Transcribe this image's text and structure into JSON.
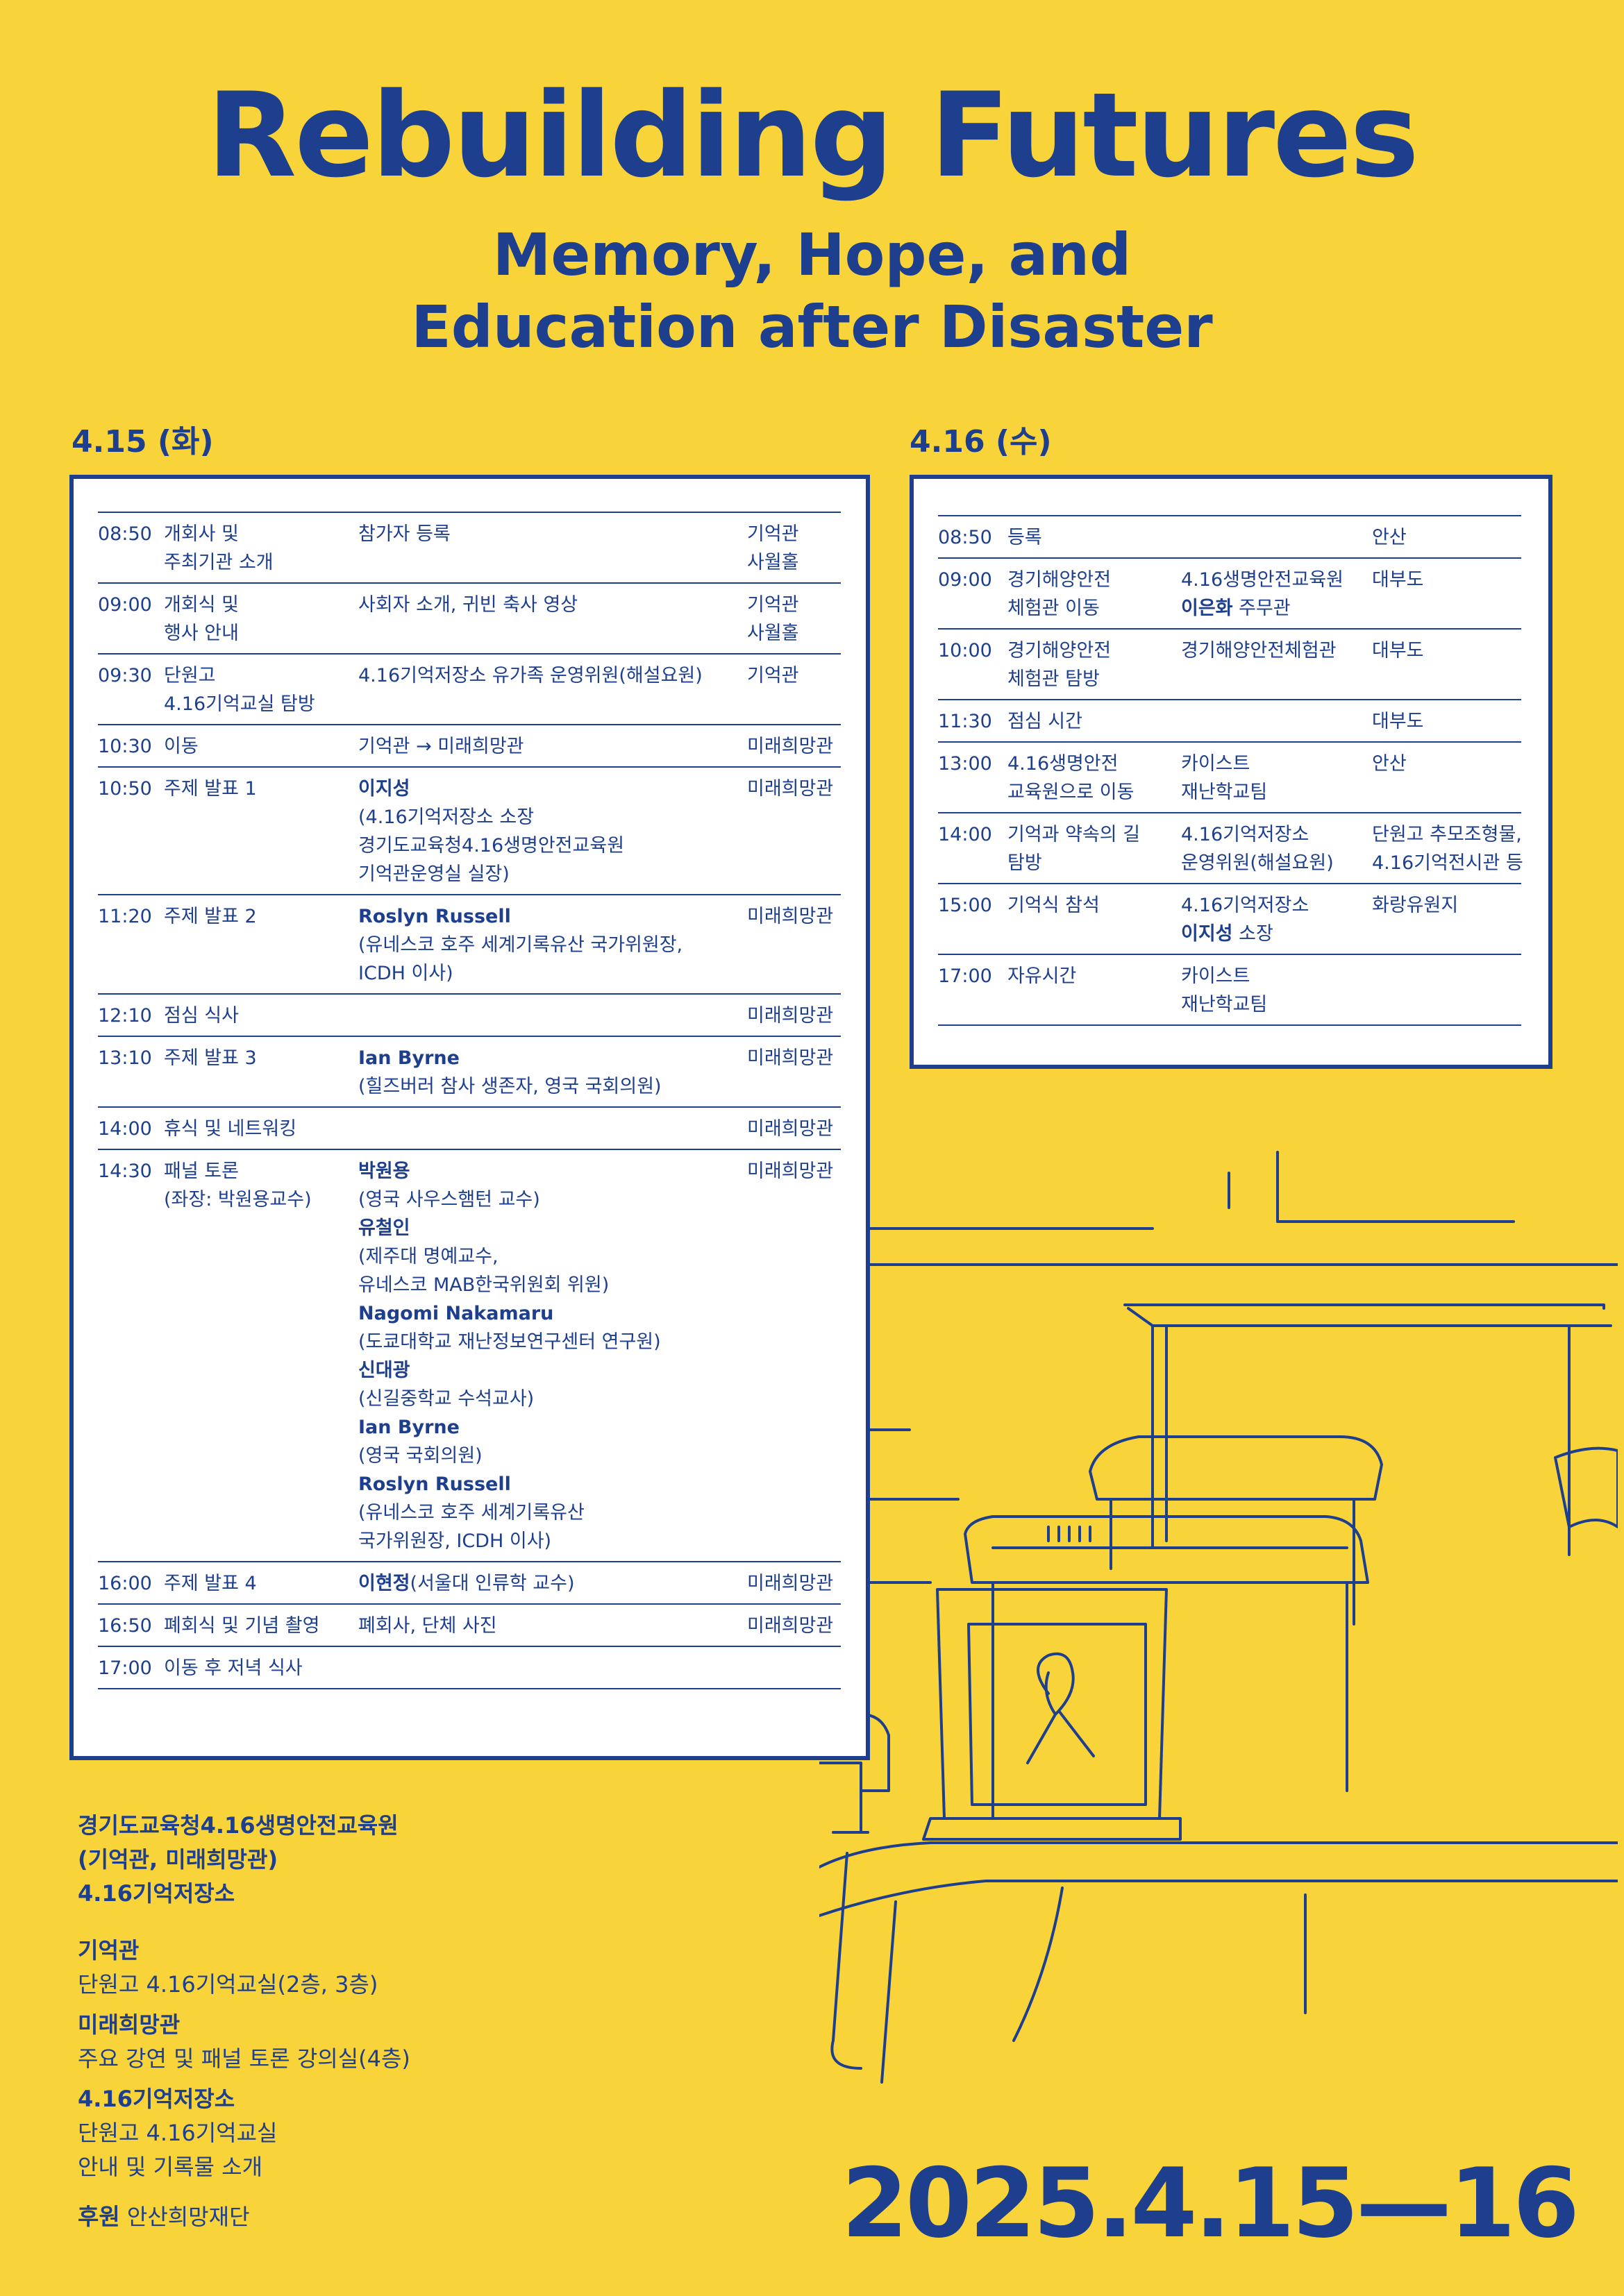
{
  "header": {
    "title": "Rebuilding Futures",
    "subtitle_line1": "Memory, Hope, and",
    "subtitle_line2": "Education after Disaster"
  },
  "day1": {
    "label": "4.15 (화)",
    "rows": [
      {
        "time": "08:50",
        "item": [
          "개회사 및",
          "주최기관 소개"
        ],
        "detail": [
          {
            "t": "참가자 등록"
          }
        ],
        "place": [
          "기억관",
          "사월홀"
        ]
      },
      {
        "time": "09:00",
        "item": [
          "개회식 및",
          "행사 안내"
        ],
        "detail": [
          {
            "t": "사회자 소개, 귀빈 축사 영상"
          }
        ],
        "place": [
          "기억관",
          "사월홀"
        ]
      },
      {
        "time": "09:30",
        "item": [
          "단원고",
          "4.16기억교실 탐방"
        ],
        "detail": [
          {
            "t": "4.16기억저장소 유가족 운영위원(해설요원)"
          }
        ],
        "place": [
          "기억관"
        ]
      },
      {
        "time": "10:30",
        "item": [
          "이동"
        ],
        "detail": [
          {
            "t": "기억관 → 미래희망관"
          }
        ],
        "place": [
          "미래희망관"
        ]
      },
      {
        "time": "10:50",
        "item": [
          "주제 발표 1"
        ],
        "detail": [
          {
            "t": "이지성",
            "b": true
          },
          {
            "t": "(4.16기억저장소 소장"
          },
          {
            "t": "경기도교육청4.16생명안전교육원"
          },
          {
            "t": "기억관운영실 실장)"
          }
        ],
        "place": [
          "미래희망관"
        ]
      },
      {
        "time": "11:20",
        "item": [
          "주제 발표 2"
        ],
        "detail": [
          {
            "t": "Roslyn Russell",
            "b": true
          },
          {
            "t": "(유네스코 호주 세계기록유산 국가위원장,"
          },
          {
            "t": "ICDH 이사)"
          }
        ],
        "place": [
          "미래희망관"
        ]
      },
      {
        "time": "12:10",
        "item": [
          "점심 식사"
        ],
        "detail": [],
        "place": [
          "미래희망관"
        ]
      },
      {
        "time": "13:10",
        "item": [
          "주제 발표 3"
        ],
        "detail": [
          {
            "t": "Ian Byrne",
            "b": true
          },
          {
            "t": "(힐즈버러 참사 생존자, 영국 국회의원)"
          }
        ],
        "place": [
          "미래희망관"
        ]
      },
      {
        "time": "14:00",
        "item": [
          "휴식 및 네트워킹"
        ],
        "detail": [],
        "place": [
          "미래희망관"
        ]
      },
      {
        "time": "14:30",
        "item": [
          "패널 토론",
          "(좌장: 박원용교수)"
        ],
        "detail": [
          {
            "t": "박원용",
            "b": true
          },
          {
            "t": "(영국 사우스햄턴 교수)"
          },
          {
            "t": "유철인",
            "b": true
          },
          {
            "t": "(제주대 명예교수,"
          },
          {
            "t": "유네스코 MAB한국위원회 위원)"
          },
          {
            "t": "Nagomi Nakamaru",
            "b": true
          },
          {
            "t": "(도쿄대학교 재난정보연구센터 연구원)"
          },
          {
            "t": "신대광",
            "b": true
          },
          {
            "t": "(신길중학교 수석교사)"
          },
          {
            "t": "Ian Byrne",
            "b": true
          },
          {
            "t": "(영국 국회의원)"
          },
          {
            "t": "Roslyn Russell",
            "b": true
          },
          {
            "t": "(유네스코 호주 세계기록유산"
          },
          {
            "t": "국가위원장, ICDH 이사)"
          }
        ],
        "place": [
          "미래희망관"
        ]
      },
      {
        "time": "16:00",
        "item": [
          "주제 발표 4"
        ],
        "detail": [
          {
            "t": "이현정",
            "b": true,
            "t2": "(서울대 인류학 교수)"
          }
        ],
        "place": [
          "미래희망관"
        ]
      },
      {
        "time": "16:50",
        "item": [
          "폐회식 및 기념 촬영"
        ],
        "detail": [
          {
            "t": "폐회사, 단체 사진"
          }
        ],
        "place": [
          "미래희망관"
        ]
      },
      {
        "time": "17:00",
        "item": [
          "이동 후 저녁 식사"
        ],
        "detail": [],
        "place": []
      }
    ]
  },
  "day2": {
    "label": "4.16 (수)",
    "rows": [
      {
        "time": "08:50",
        "item": [
          "등록"
        ],
        "detail": [],
        "place": [
          "안산"
        ]
      },
      {
        "time": "09:00",
        "item": [
          "경기해양안전",
          "체험관 이동"
        ],
        "detail": [
          {
            "t": "4.16생명안전교육원"
          },
          {
            "t": "이은화",
            "b": true,
            "t2": " 주무관"
          }
        ],
        "place": [
          "대부도"
        ]
      },
      {
        "time": "10:00",
        "item": [
          "경기해양안전",
          "체험관 탐방"
        ],
        "detail": [
          {
            "t": "경기해양안전체험관"
          }
        ],
        "place": [
          "대부도"
        ]
      },
      {
        "time": "11:30",
        "item": [
          "점심 시간"
        ],
        "detail": [],
        "place": [
          "대부도"
        ]
      },
      {
        "time": "13:00",
        "item": [
          "4.16생명안전",
          "교육원으로 이동"
        ],
        "detail": [
          {
            "t": "카이스트"
          },
          {
            "t": "재난학교팀"
          }
        ],
        "place": [
          "안산"
        ]
      },
      {
        "time": "14:00",
        "item": [
          "기억과 약속의 길",
          "탐방"
        ],
        "detail": [
          {
            "t": "4.16기억저장소"
          },
          {
            "t": "운영위원(해설요원)"
          }
        ],
        "place": [
          "단원고 추모조형물,",
          "4.16기억전시관 등"
        ]
      },
      {
        "time": "15:00",
        "item": [
          "기억식 참석"
        ],
        "detail": [
          {
            "t": "4.16기억저장소"
          },
          {
            "t": "이지성",
            "b": true,
            "t2": " 소장"
          }
        ],
        "place": [
          "화랑유원지"
        ]
      },
      {
        "time": "17:00",
        "item": [
          "자유시간"
        ],
        "detail": [
          {
            "t": "카이스트"
          },
          {
            "t": "재난학교팀"
          }
        ],
        "place": []
      }
    ]
  },
  "venues": {
    "host_line1": "경기도교육청4.16생명안전교육원",
    "host_line2": "(기억관, 미래희망관)",
    "host_line3": "4.16기억저장소",
    "v1_name": "기억관",
    "v1_desc": "단원고 4.16기억교실(2층, 3층)",
    "v2_name": "미래희망관",
    "v2_desc": "주요 강연 및 패널 토론 강의실(4층)",
    "v3_name": "4.16기억저장소",
    "v3_desc1": "단원고 4.16기억교실",
    "v3_desc2": "안내 및 기록물 소개",
    "sponsor_label": "후원",
    "sponsor_name": "안산희망재단"
  },
  "footer_date": "2025.4.15—16",
  "colors": {
    "background": "#F9D33A",
    "accent": "#1D3F8E",
    "panel": "#FFFFFF"
  }
}
